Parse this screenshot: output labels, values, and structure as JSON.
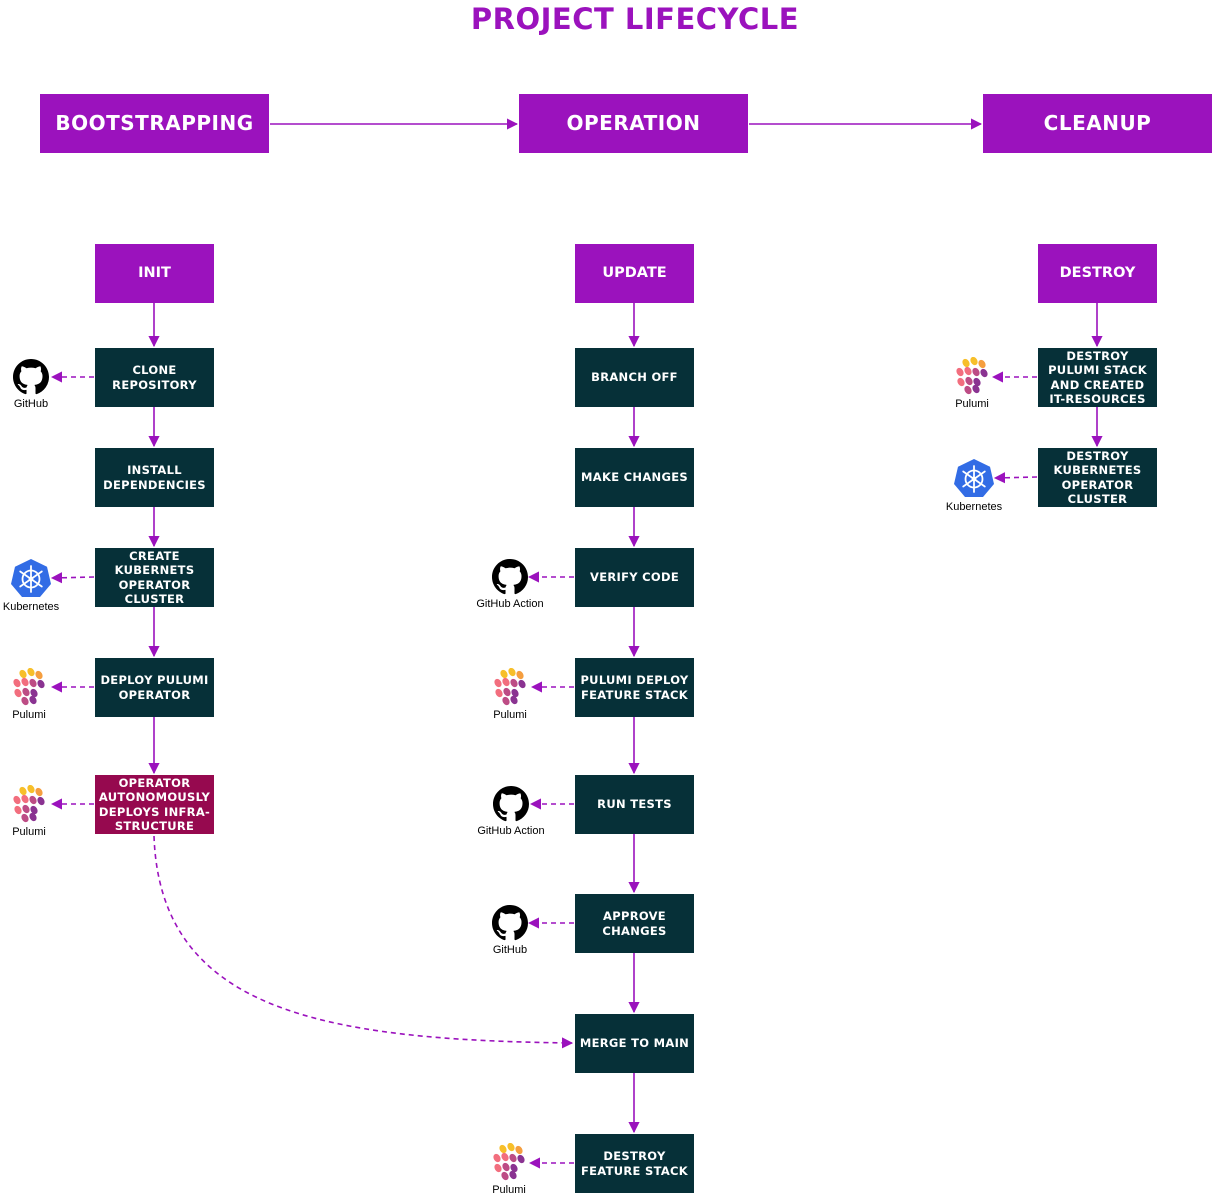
{
  "title": "PROJECT LIFECYCLE",
  "colors": {
    "accent": "#9b12bd",
    "step": "#063038",
    "highlight": "#96094f",
    "connector": "#9b12bd"
  },
  "phases": [
    {
      "label": "BOOTSTRAPPING"
    },
    {
      "label": "OPERATION"
    },
    {
      "label": "CLEANUP"
    }
  ],
  "stages": {
    "init": "INIT",
    "update": "UPDATE",
    "destroy": "DESTROY"
  },
  "init_steps": [
    {
      "label": "CLONE REPOSITORY",
      "tool": "GitHub",
      "icon": "github-icon"
    },
    {
      "label": "INSTALL DEPENDENCIES"
    },
    {
      "label": "CREATE KUBERNETS OPERATOR CLUSTER",
      "tool": "Kubernetes",
      "icon": "kubernetes-icon"
    },
    {
      "label": "DEPLOY PULUMI OPERATOR",
      "tool": "Pulumi",
      "icon": "pulumi-icon"
    },
    {
      "label": "OPERATOR AUTONOMOUSLY DEPLOYS INFRA-STRUCTURE",
      "tool": "Pulumi",
      "icon": "pulumi-icon"
    }
  ],
  "update_steps": [
    {
      "label": "BRANCH OFF"
    },
    {
      "label": "MAKE CHANGES"
    },
    {
      "label": "VERIFY CODE",
      "tool": "GitHub Action",
      "icon": "github-icon"
    },
    {
      "label": "PULUMI DEPLOY FEATURE STACK",
      "tool": "Pulumi",
      "icon": "pulumi-icon"
    },
    {
      "label": "RUN TESTS",
      "tool": "GitHub Action",
      "icon": "github-icon"
    },
    {
      "label": "APPROVE CHANGES",
      "tool": "GitHub",
      "icon": "github-icon"
    },
    {
      "label": "MERGE TO MAIN"
    },
    {
      "label": "DESTROY FEATURE STACK",
      "tool": "Pulumi",
      "icon": "pulumi-icon"
    }
  ],
  "destroy_steps": [
    {
      "label": "DESTROY PULUMI STACK AND CREATED IT-RESOURCES",
      "tool": "Pulumi",
      "icon": "pulumi-icon"
    },
    {
      "label": "DESTROY KUBERNETES OPERATOR CLUSTER",
      "tool": "Kubernetes",
      "icon": "kubernetes-icon"
    }
  ]
}
